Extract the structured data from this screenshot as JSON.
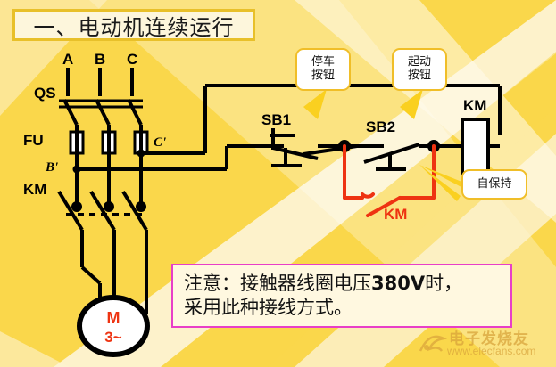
{
  "title": {
    "text": "一、电动机连续运行"
  },
  "phase_labels": {
    "a": "A",
    "b": "B",
    "c": "C"
  },
  "device_labels": {
    "qs": "QS",
    "fu": "FU",
    "km_main": "KM",
    "km_coil": "KM",
    "sb1": "SB1",
    "sb2": "SB2",
    "km_aux_red": "KM",
    "node_b": "B'",
    "node_c": "C'"
  },
  "motor": {
    "symbol": "M",
    "phase": "3~",
    "color": "#EE3311"
  },
  "callouts": [
    {
      "id": "stop-button",
      "line1": "停车",
      "line2": "按钮"
    },
    {
      "id": "start-button",
      "line1": "起动",
      "line2": "按钮"
    },
    {
      "id": "self-hold",
      "line1": "自保持",
      "line2": ""
    }
  ],
  "note": {
    "line1_pre": "注意：接触器线圈电压",
    "line1_num": "380V",
    "line1_post": "时，",
    "line2": "采用此种接线方式。",
    "border_color": "#E83FC8"
  },
  "watermark": {
    "cn": "电子发烧友",
    "url": "www.elecfans.com"
  },
  "colors": {
    "background": "#FAD74B",
    "band_light": "#FDF3D2",
    "wire": "#000000",
    "accent_red": "#EE3311",
    "callout_border": "#F0BE28",
    "title_border": "#E8C02A",
    "title_fill": "#FDF6DC"
  }
}
